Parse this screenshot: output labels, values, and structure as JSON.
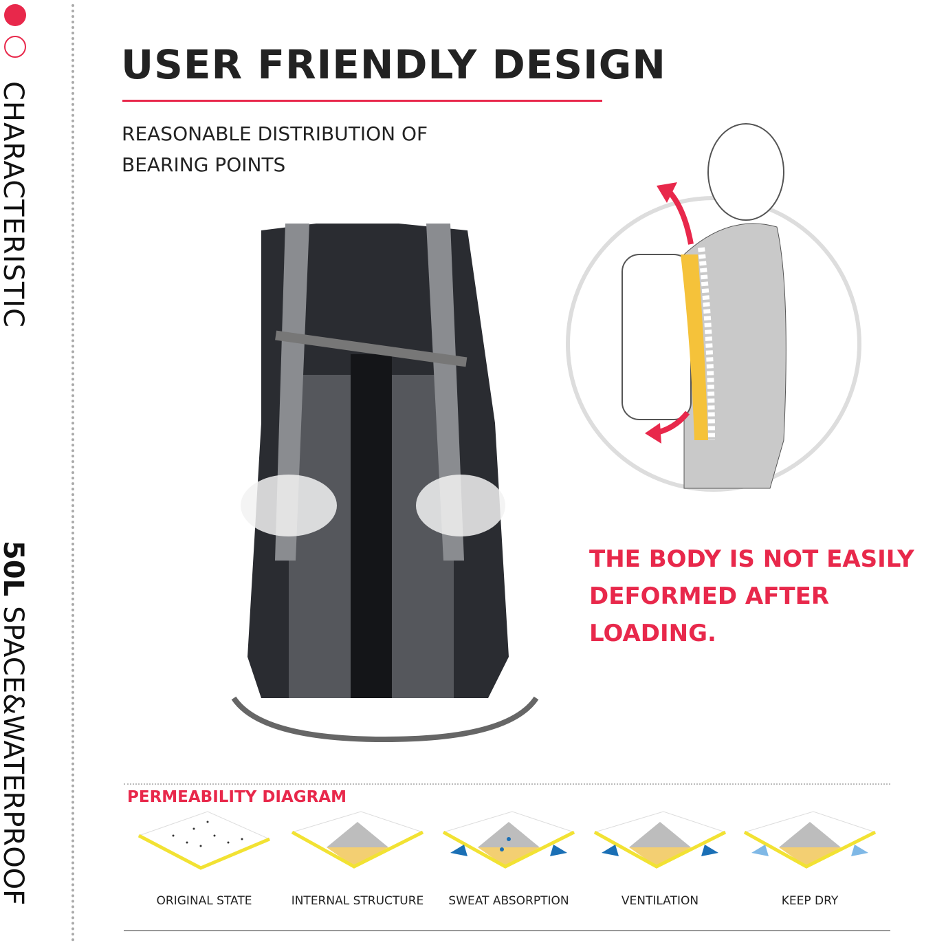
{
  "side": {
    "section": "CHARACTERISTIC",
    "capacity": "50L",
    "feature": "SPACE&WATERPROOF"
  },
  "header": {
    "title": "USER FRIENDLY DESIGN",
    "subtitle_lines": [
      "REASONABLE DISTRIBUTION OF",
      "BEARING POINTS"
    ]
  },
  "claim": {
    "lines": [
      "THE BODY IS NOT EASILY",
      "DEFORMED AFTER LOADING."
    ]
  },
  "permeability": {
    "title": "PERMEABILITY DIAGRAM",
    "items": [
      {
        "label": "ORIGINAL STATE"
      },
      {
        "label": "INTERNAL STRUCTURE"
      },
      {
        "label": "SWEAT ABSORPTION"
      },
      {
        "label": "VENTILATION"
      },
      {
        "label": "KEEP DRY"
      }
    ]
  },
  "colors": {
    "accent": "#e8284b",
    "yellow": "#f2e233",
    "water": "#1a6fb5"
  }
}
